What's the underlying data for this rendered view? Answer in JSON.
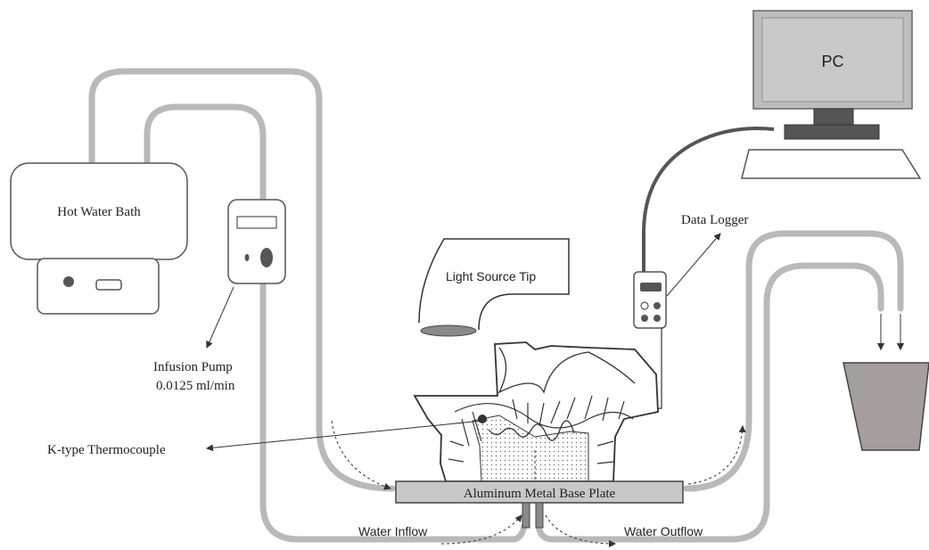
{
  "labels": {
    "hot_water_bath": "Hot Water Bath",
    "infusion_pump_line1": "Infusion Pump",
    "infusion_pump_line2": "0.0125 ml/min",
    "light_source_tip": "Light Source Tip",
    "data_logger": "Data Logger",
    "pc": "PC",
    "thermocouple": "K-type Thermocouple",
    "base_plate": "Aluminum Metal Base Plate",
    "water_inflow": "Water Inflow",
    "water_outflow": "Water Outflow"
  },
  "colors": {
    "tube": "#b9b9b9",
    "box_fill": "#ffffff",
    "stroke": "#555555",
    "plate_fill": "#c8c8c8",
    "monitor_fill": "#bdbdbd",
    "beaker_fill": "#a59e9e",
    "dark": "#444444"
  }
}
